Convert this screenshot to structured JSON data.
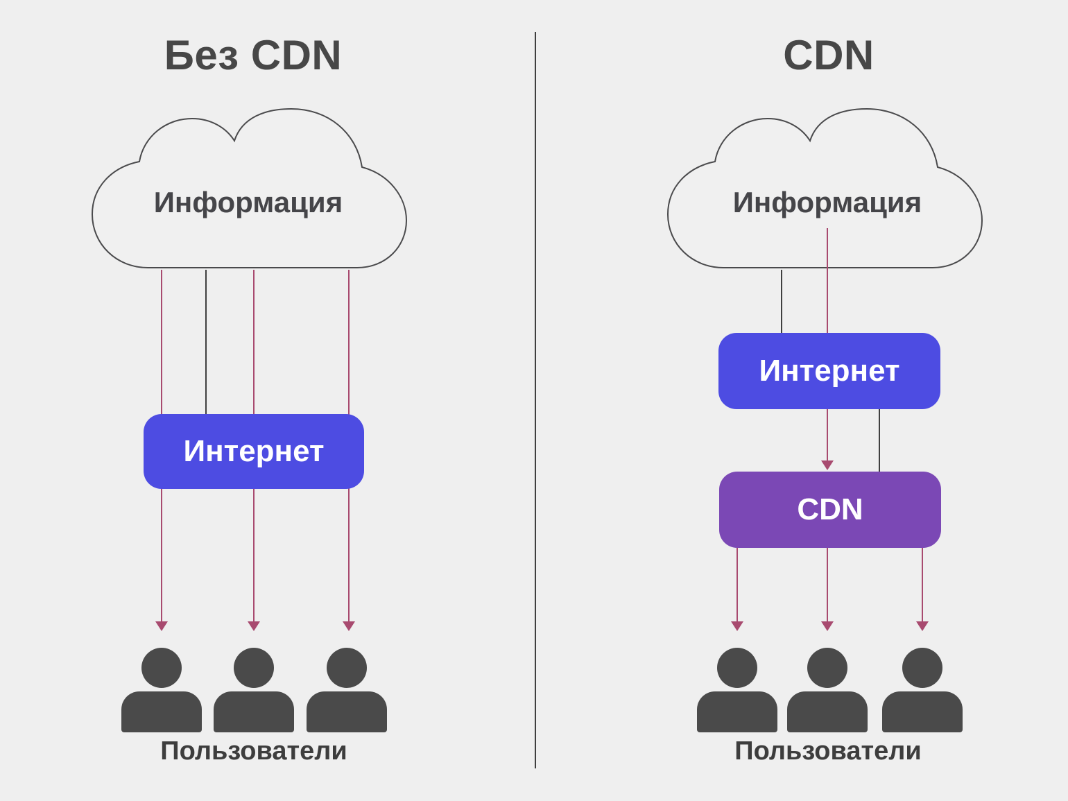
{
  "panels": [
    {
      "id": "without-cdn",
      "title": "Без CDN",
      "cloud_label": "Информация",
      "internet_label": "Интернет",
      "users_label": "Пользователи",
      "user_count": 3
    },
    {
      "id": "with-cdn",
      "title": "CDN",
      "cloud_label": "Информация",
      "internet_label": "Интернет",
      "cdn_label": "CDN",
      "users_label": "Пользователи",
      "user_count": 3
    }
  ],
  "colors": {
    "background": "#efefef",
    "internet_box": "#4d4ce2",
    "cdn_box": "#7b48b5",
    "arrow": "#a84a6f",
    "connector": "#3f3f3f",
    "user_icon": "#4a4a4a",
    "heading_text": "#474747",
    "cloud_outline": "#4a4a4c",
    "box_text": "#ffffff"
  }
}
